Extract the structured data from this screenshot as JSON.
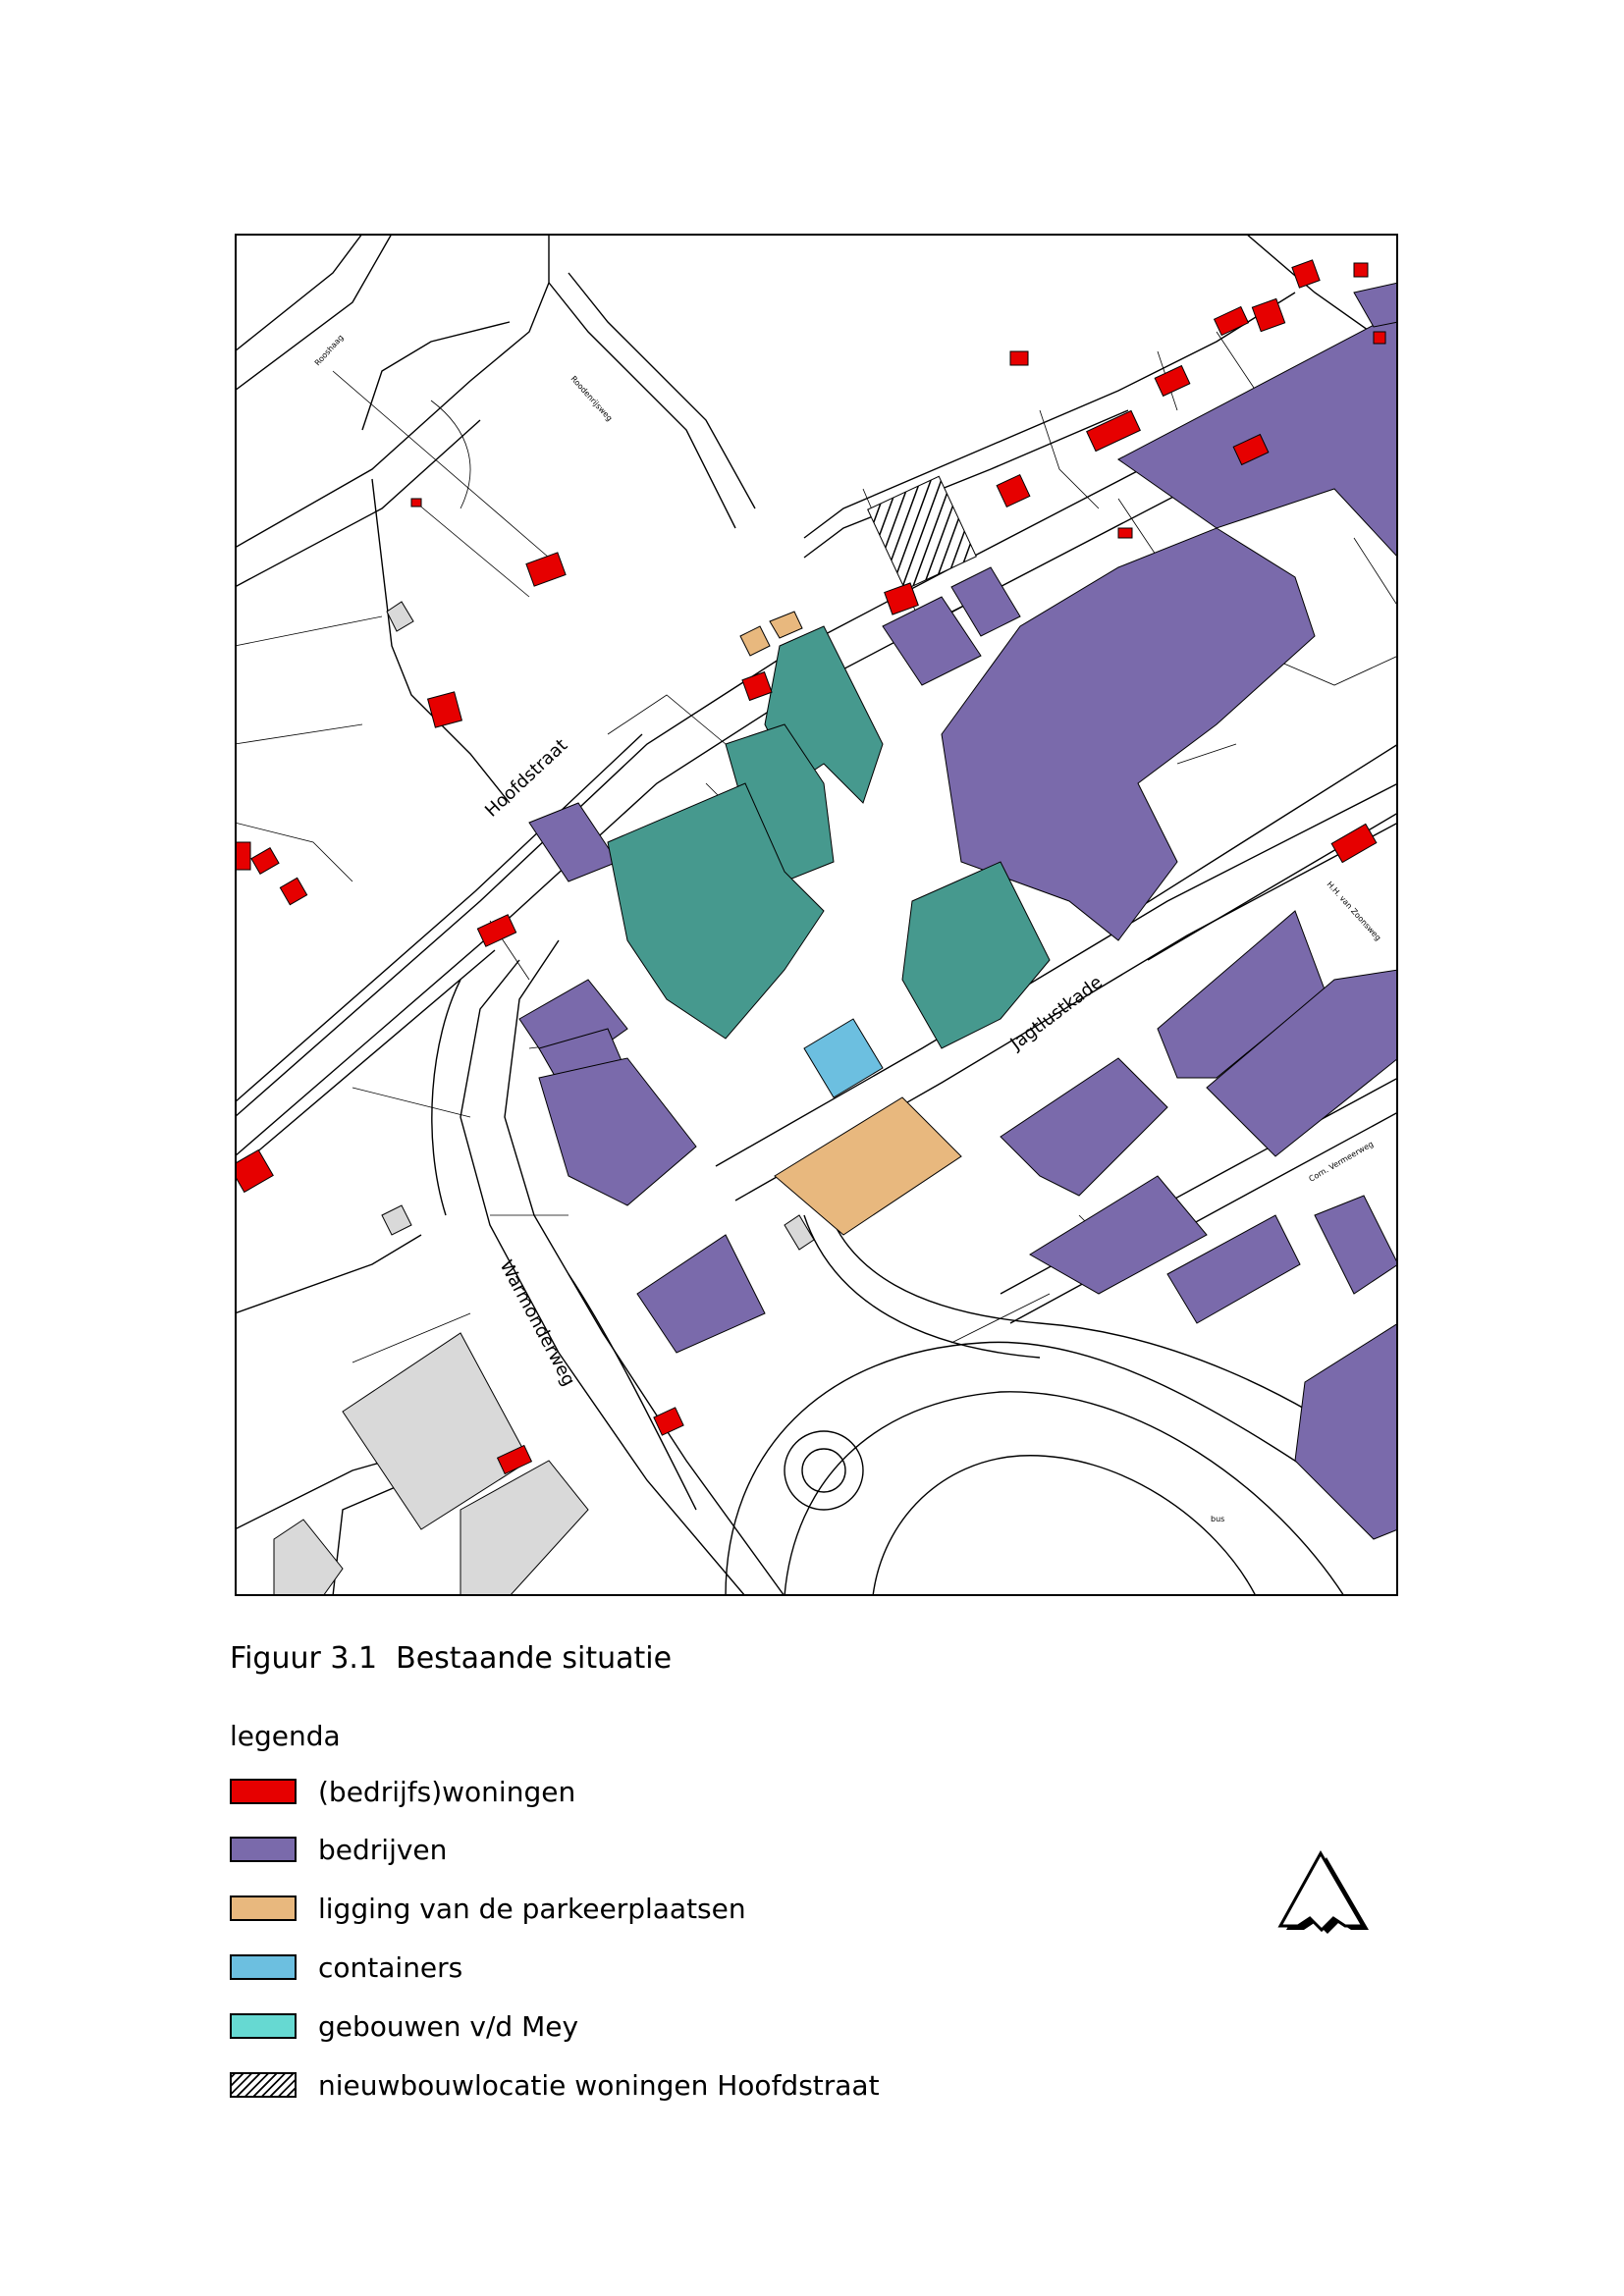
{
  "figure": {
    "number": "Figuur 3.1",
    "title": "Bestaande situatie"
  },
  "streets": {
    "hoofdstraat": "Hoofdstraat",
    "warmonderweg": "Warmonderweg",
    "jagtlustkade": "Jagtlustkade",
    "rooshaag": "Rooshaag",
    "roodenrijsweg": "Roodenrijsweg",
    "van_zoonsweg": "H.H. van Zoonsweg",
    "vermeerweg": "Corn. Vermeerweg",
    "bus": "bus"
  },
  "legend": {
    "title": "legenda",
    "items": [
      {
        "label": "(bedrijfs)woningen",
        "color": "#e60000"
      },
      {
        "label": "bedrijven",
        "color": "#7a6aab"
      },
      {
        "label": "ligging van de parkeerplaatsen",
        "color": "#e8b87e"
      },
      {
        "label": "containers",
        "color": "#6cbfe0"
      },
      {
        "label": "gebouwen v/d Mey",
        "color": "#66d9d2"
      },
      {
        "label": "nieuwbouwlocatie woningen Hoofdstraat",
        "color": "hatch"
      }
    ]
  },
  "colors": {
    "woningen": "#e60000",
    "bedrijven": "#7a6aab",
    "parkeer": "#e8b87e",
    "containers": "#6cbfe0",
    "mey_map": "#46998e",
    "road": "#000000",
    "paved": "#d9d9d9"
  },
  "icons": {
    "north_arrow": "north-arrow-icon"
  }
}
